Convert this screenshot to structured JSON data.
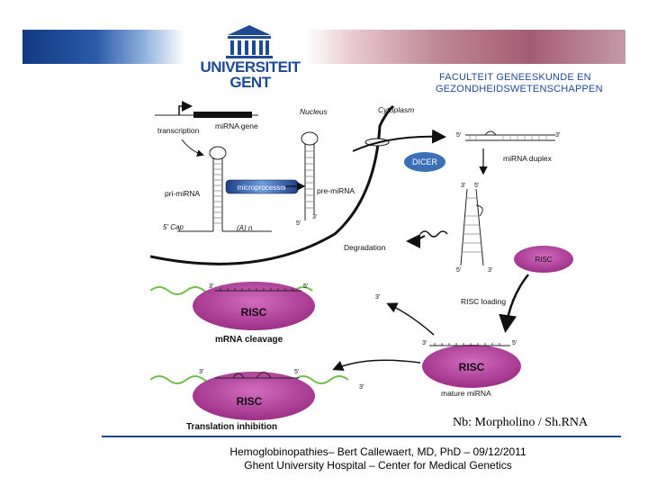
{
  "header": {
    "university_line1": "UNIVERSITEIT",
    "university_line2": "GENT",
    "faculty_line1": "FACULTEIT GENEESKUNDE EN",
    "faculty_line2": "GEZONDHEIDSWETENSCHAPPEN"
  },
  "diagram": {
    "nucleus": "Nucleus",
    "cytoplasm": "Cytoplasm",
    "transcription": "transcription",
    "mirna_gene": "miRNA gene",
    "pri_mirna": "pri-miRNA",
    "microprocessor": "microprocessor",
    "pre_mirna": "pre-miRNA",
    "cap": "5' Cap",
    "polya": "(A) n",
    "dicer": "DICER",
    "mirna_duplex": "miRNA duplex",
    "degradation": "Degradation",
    "risc": "RISC",
    "risc_loading": "RISC loading",
    "mature_mirna": "mature miRNA",
    "mrna_cleavage": "mRNA cleavage",
    "translation_inhibition": "Translation inhibition",
    "end3": "3'",
    "end5": "5'"
  },
  "note": "Nb: Morpholino / Sh.RNA",
  "footer": {
    "line1": "Hemoglobinopathies– Bert Callewaert, MD, PhD – 09/12/2011",
    "line2": "Ghent University Hospital – Center for Medical Genetics"
  },
  "colors": {
    "brand_blue": "#1e4a94",
    "risc_magenta": "#b0479b",
    "mrna_green": "#6fbf4a",
    "dicer_blue": "#3b6fb6"
  }
}
